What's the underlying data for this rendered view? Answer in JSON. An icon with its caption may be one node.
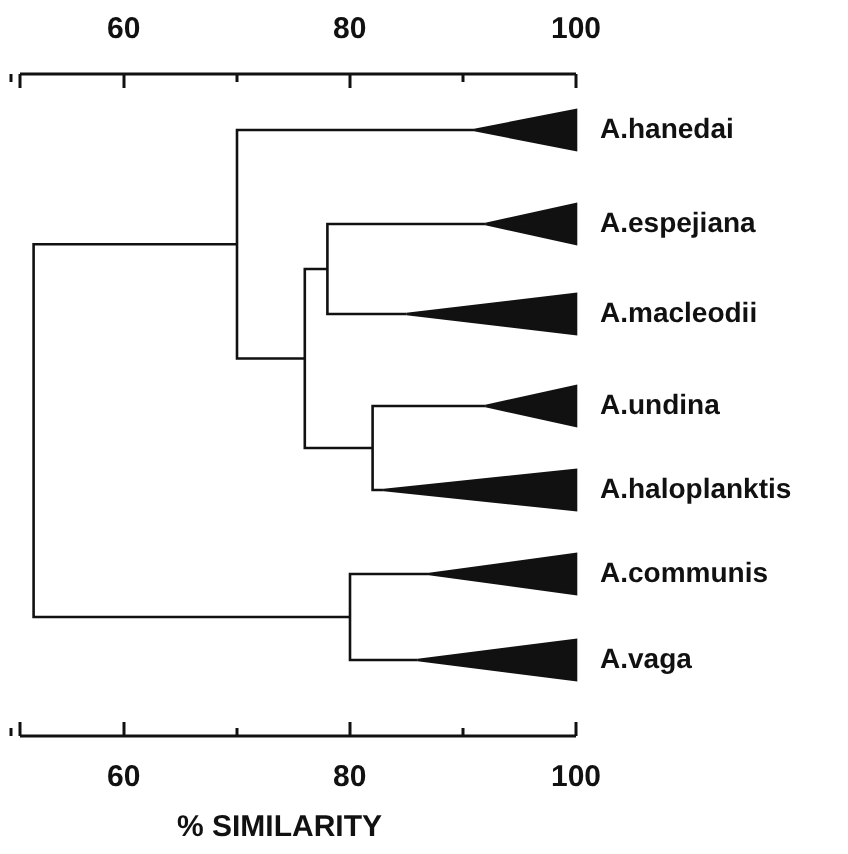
{
  "diagram": {
    "labels": [
      "60",
      "80",
      "100",
      "A.hanedai",
      "A.espejiana",
      "A.macleodii",
      "A.undina",
      "A.haloplanktis",
      "A.communis",
      "A.vaga",
      "60",
      "80",
      "100",
      "% SIMILARITY"
    ]
  }
}
